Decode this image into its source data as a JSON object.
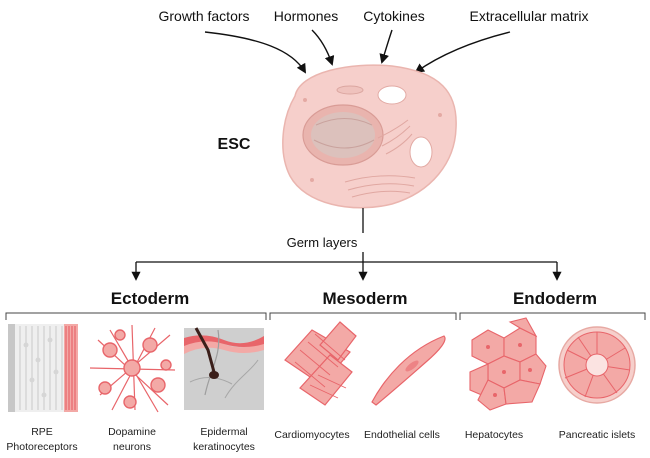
{
  "factors": [
    "Growth factors",
    "Hormones",
    "Cytokines",
    "Extracellular matrix"
  ],
  "stem_cell_label": "ESC",
  "germ_layers_label": "Germ layers",
  "layers": {
    "ectoderm": "Ectoderm",
    "mesoderm": "Mesoderm",
    "endoderm": "Endoderm"
  },
  "cell_types": {
    "rpe_line1": "RPE",
    "rpe_line2": "Photoreceptors",
    "dopamine_line1": "Dopamine",
    "dopamine_line2": "neurons",
    "epidermal_line1": "Epidermal",
    "epidermal_line2": "keratinocytes",
    "cardiomyocytes": "Cardiomyocytes",
    "endothelial": "Endothelial cells",
    "hepatocytes": "Hepatocytes",
    "pancreatic": "Pancreatic islets"
  },
  "colors": {
    "cell_fill": "#f6cfcb",
    "cell_stroke": "#e7a9a3",
    "tissue_red": "#e8656a",
    "tissue_pink": "#f3a9a6",
    "grey": "#b9b9b9"
  }
}
